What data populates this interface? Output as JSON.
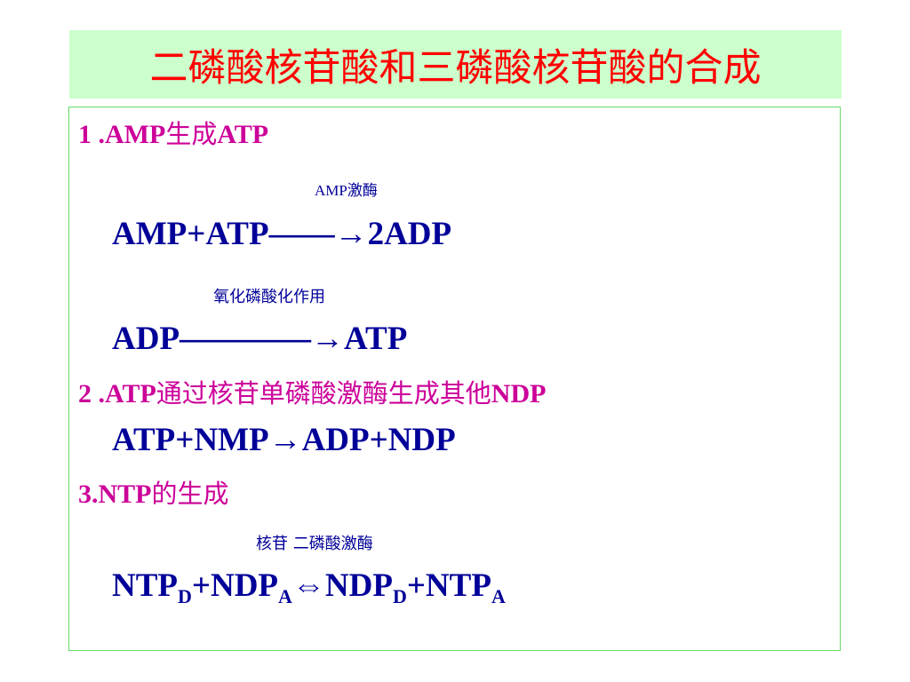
{
  "title": "二磷酸核苷酸和三磷酸核苷酸的合成",
  "sections": [
    {
      "heading_prefix": "1 .AMP",
      "heading_cjk": "生成",
      "heading_suffix": "ATP"
    },
    {
      "heading_prefix": "2 .ATP",
      "heading_cjk": "通过核苷单磷酸激酶生成其他",
      "heading_suffix": "NDP"
    },
    {
      "heading_prefix": "3.NTP",
      "heading_cjk": "的生成",
      "heading_suffix": ""
    }
  ],
  "reactions": {
    "r1": {
      "enzyme": "AMP激酶",
      "equation": "AMP+ATP——→2ADP"
    },
    "r2": {
      "enzyme": "氧化磷酸化作用",
      "equation": "ADP————→ATP"
    },
    "r3": {
      "equation": "ATP+NMP→ADP+NDP"
    },
    "r4": {
      "enzyme": "核苷 二磷酸激酶",
      "parts": [
        "NTP",
        "D",
        "+NDP",
        "A",
        "⇔NDP",
        "D",
        "+NTP",
        "A"
      ]
    }
  },
  "colors": {
    "title": "#ff0000",
    "title_background": "#ccffcc",
    "heading": "#cc0099",
    "equation": "#000099",
    "border": "#66dd66"
  }
}
